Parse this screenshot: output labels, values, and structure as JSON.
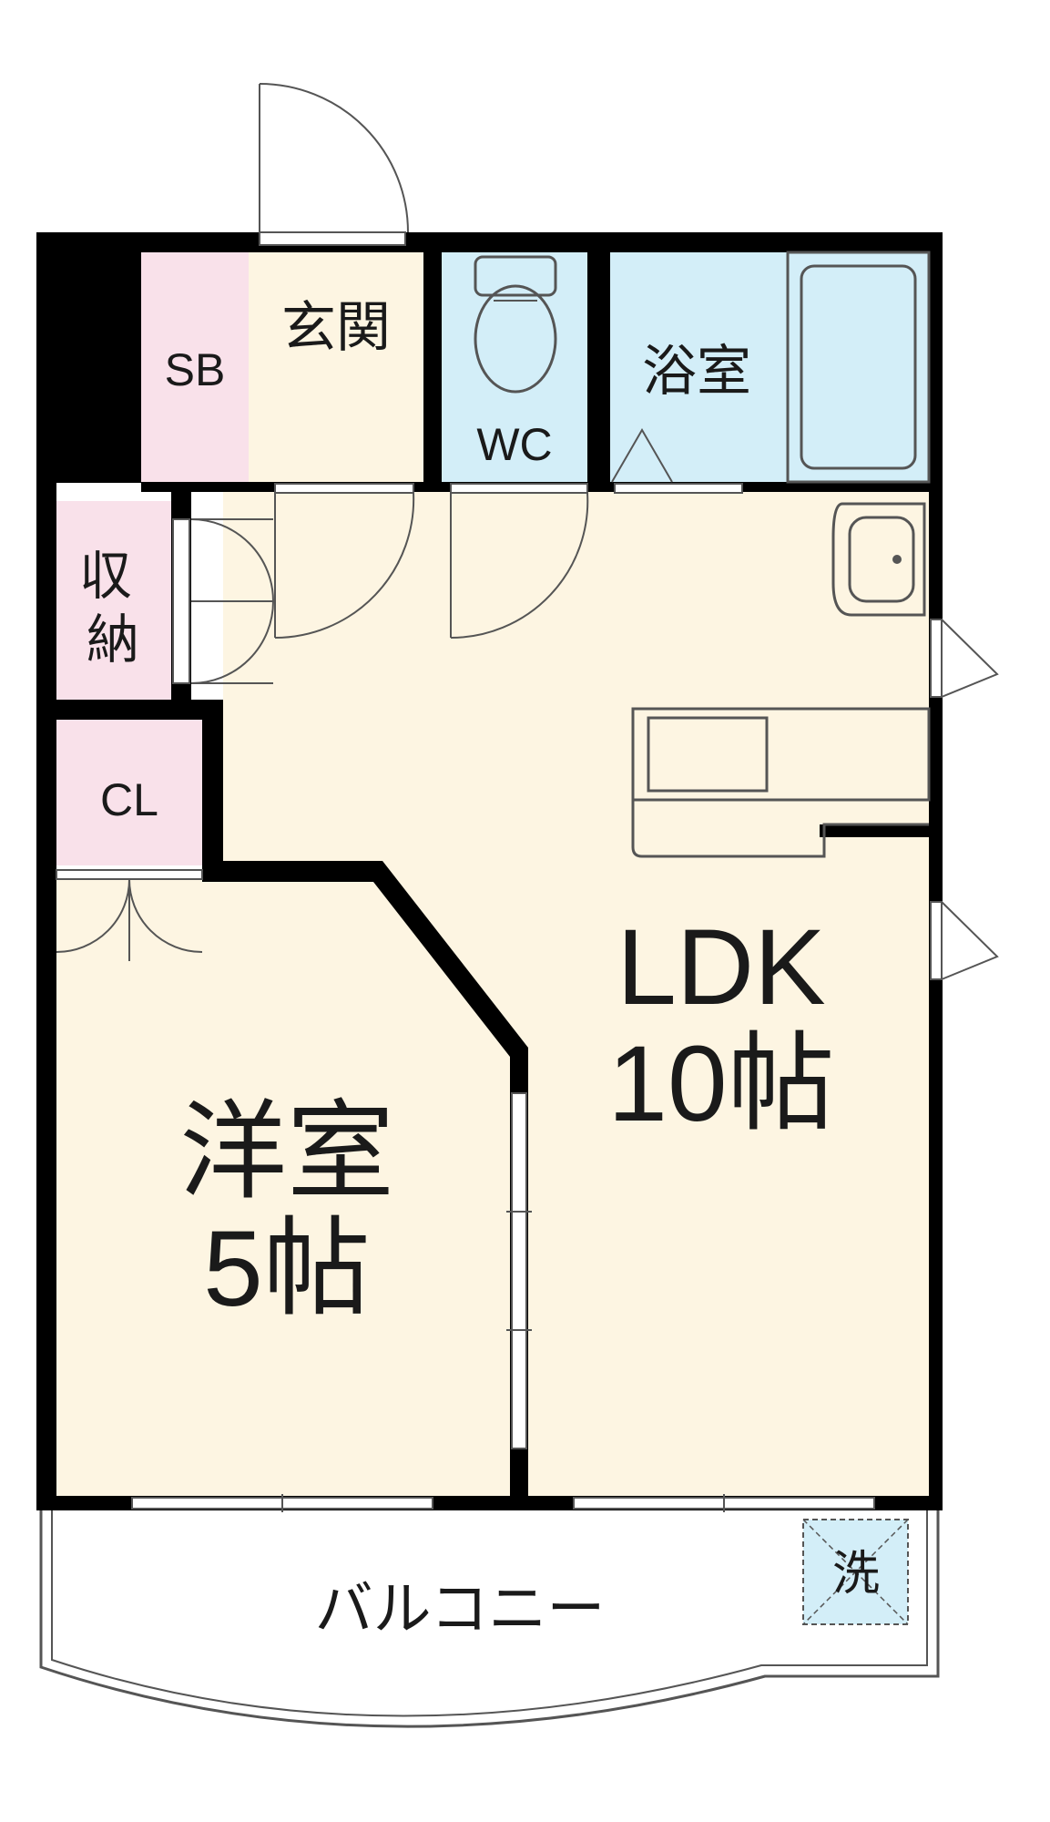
{
  "floorplan": {
    "rooms": {
      "sb": "SB",
      "genkan": "玄関",
      "wc": "WC",
      "bath": "浴室",
      "storage": "収\n納",
      "closet": "CL",
      "ldk_name": "LDK",
      "ldk_size": "10帖",
      "western_name": "洋室",
      "western_size": "5帖",
      "balcony": "バルコニー",
      "laundry": "洗"
    },
    "colors": {
      "wall": "#000000",
      "floor": "#fdf5e2",
      "wet_area": "#d3eef8",
      "storage": "#f9e1ea",
      "outline": "#555555"
    }
  }
}
